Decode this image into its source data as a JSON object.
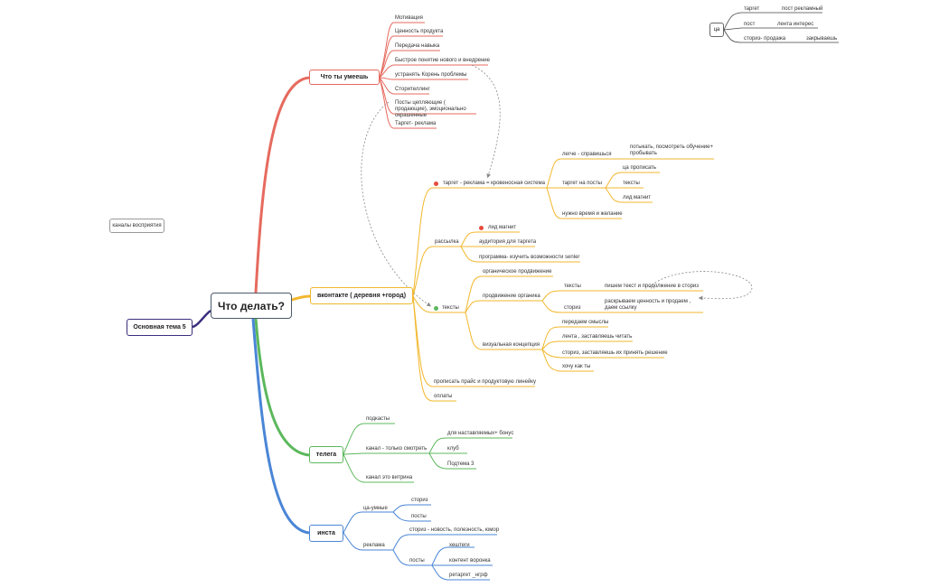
{
  "root": {
    "label": "Что делать?"
  },
  "side_main": {
    "label": "Основная тема 5"
  },
  "floating": {
    "label": "каналы восприятия"
  },
  "topics": {
    "skills": {
      "label": "Что ты  умеешь",
      "color": "#e66a5e",
      "items": [
        "Мотивация",
        "Ценность продукта",
        "Передача навыка",
        "Быстрое понятие нового и внедрение",
        "устранять Корень проблемы",
        "Сторителлинг",
        "Посты цепляющие ( продающие), эмоционально окрашенные",
        "Таргет- реклама"
      ]
    },
    "vk": {
      "label": "вконтакте ( деревня +город)",
      "color": "#f2b72c",
      "target": "таргет - реклама = кровеносная система",
      "target_children": {
        "easier": "легче - справишься",
        "easier_child": "потыкать, посмотреть обучение+ пробывать",
        "target_posts": "таргет на посты",
        "target_posts_children": [
          "ца прописать",
          "тексты",
          "лид магнит"
        ],
        "time": "нужно время и желание"
      },
      "mailing": "рассылка",
      "mailing_children": [
        "лид магнит",
        "аудитория для таргета",
        "программа- изучить возможности senler"
      ],
      "texts": "тексты",
      "organic": "органическое продвижение",
      "organic_promo": "продвижение органика",
      "organic_promo_children": {
        "texts": "тексты",
        "texts_child": "пишем текст и продолжение в сториз",
        "stories": "сториз",
        "stories_child": "раскрываем ценность и продаем , даем ссылку"
      },
      "visual": "визуальная концепция",
      "visual_children": [
        "передаем смыслы",
        "лента , заставляешь читать",
        "сториз, заставляешь их принять решение",
        "хочу как ты"
      ],
      "price": "прописать прайс и продуктовую линейку",
      "payments": "оплаты"
    },
    "telega": {
      "label": "телега",
      "color": "#5cb85c",
      "podcasts": "подкасты",
      "channel": "канал - только смотреть",
      "channel_children": [
        "для наставляемых+ бонус",
        "клуб",
        "Подтема 3"
      ],
      "showcase": "канал это витрина"
    },
    "insta": {
      "label": "инста",
      "color": "#4a86d6",
      "smart": "ца-умные",
      "smart_children": [
        "сториз",
        "посты"
      ],
      "ads": "реклама",
      "ads_stories": "сториз - новость, полезность, юмор",
      "ads_posts": "посты",
      "ads_posts_children": [
        "хештеги",
        "контент воронка",
        "ретаргет _нгрф"
      ]
    }
  },
  "qa": {
    "box": "ца",
    "rows": [
      {
        "left": "таргет",
        "right": "пост рекламный"
      },
      {
        "left": "пост",
        "right": "лента интерес"
      },
      {
        "left": "сториз- продажа",
        "right": "закрываешь"
      }
    ]
  },
  "colors": {
    "red": "#e66a5e",
    "yellow": "#f2b72c",
    "green": "#5cb85c",
    "blue": "#4a86d6",
    "purple": "#3b2e7e",
    "dot_red": "#e74c3c",
    "dot_green": "#5cb85c"
  }
}
